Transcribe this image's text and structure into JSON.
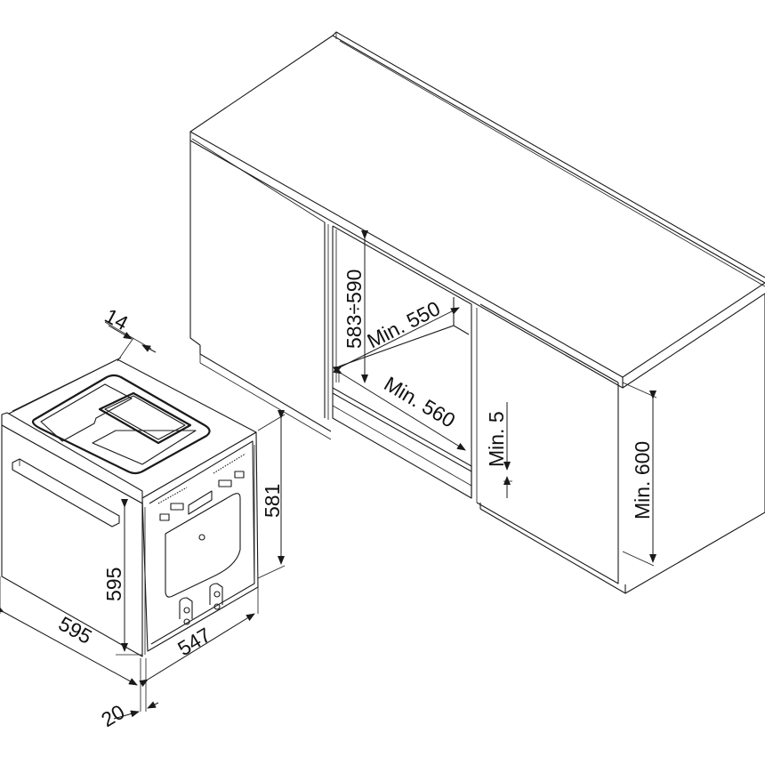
{
  "diagram": {
    "type": "oven-installation-dimensions",
    "colors": {
      "line": "#1a1a1a",
      "background": "#ffffff",
      "text": "#111111"
    }
  },
  "oven": {
    "labels": {
      "depth_panel": "14",
      "height_body": "581",
      "height_front": "595",
      "width_front": "595",
      "depth_body": "547",
      "door_offset": "20"
    }
  },
  "cabinet": {
    "labels": {
      "niche_height": "583÷590",
      "niche_depth": "Min. 550",
      "niche_width": "Min. 560",
      "gap_bottom": "Min. 5",
      "counter_height": "Min. 600"
    }
  }
}
